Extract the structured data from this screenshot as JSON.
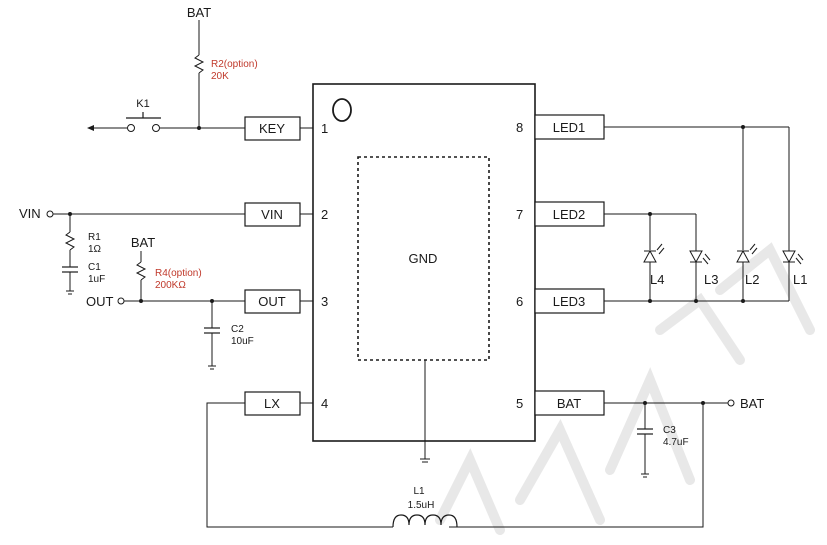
{
  "chip": {
    "pins": [
      {
        "number": "1",
        "name": "KEY"
      },
      {
        "number": "2",
        "name": "VIN"
      },
      {
        "number": "3",
        "name": "OUT"
      },
      {
        "number": "4",
        "name": "LX"
      },
      {
        "number": "5",
        "name": "BAT"
      },
      {
        "number": "6",
        "name": "LED3"
      },
      {
        "number": "7",
        "name": "LED2"
      },
      {
        "number": "8",
        "name": "LED1"
      }
    ],
    "center_label": "GND"
  },
  "nets": {
    "bat": "BAT",
    "vin": "VIN",
    "out": "OUT"
  },
  "components": {
    "r2": {
      "ref": "R2(option)",
      "value": "20K"
    },
    "k1": {
      "ref": "K1"
    },
    "r1": {
      "ref": "R1",
      "value": "1Ω"
    },
    "c1": {
      "ref": "C1",
      "value": "1uF"
    },
    "r4": {
      "ref": "R4(option)",
      "value": "200KΩ"
    },
    "c2": {
      "ref": "C2",
      "value": "10uF"
    },
    "c3": {
      "ref": "C3",
      "value": "4.7uF"
    },
    "l1": {
      "ref": "L1",
      "value": "1.5uH"
    },
    "leds": [
      "L4",
      "L3",
      "L2",
      "L1"
    ]
  },
  "colors": {
    "wire": "#1a1a1a",
    "option_label": "#c0392b",
    "watermark": "#e8e8e8"
  }
}
